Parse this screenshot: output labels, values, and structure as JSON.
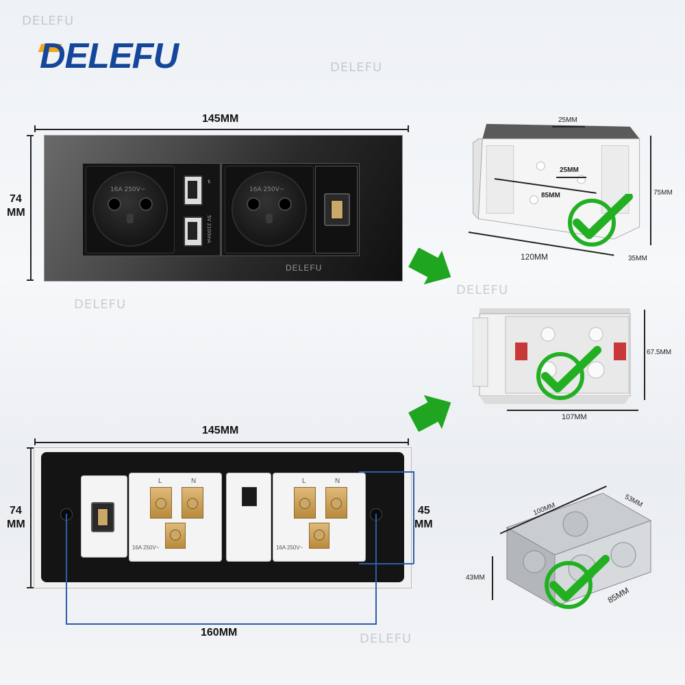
{
  "brand": {
    "logo_text": "DELEFU",
    "color": "#14479a",
    "accent": "#f0a71c"
  },
  "watermarks": [
    "DELEFU",
    "DELEFU",
    "DELEFU",
    "DELEFU",
    "DELEFU"
  ],
  "front": {
    "width_label": "145MM",
    "height_label_line1": "74",
    "height_label_line2": "MM",
    "socket_print": "16A 250V~",
    "usb_print": "5V 2100mA",
    "panel_logo": "DELEFU"
  },
  "back": {
    "width_label": "145MM",
    "height_label_line1": "74",
    "height_label_line2": "MM",
    "hole_height_line1": "45",
    "hole_height_line2": "MM",
    "hole_span_label": "160MM",
    "pin_left": "L",
    "pin_right": "N",
    "module_print": "16A 250V~"
  },
  "boxes": {
    "box1": {
      "top_label": "25MM",
      "inner_label": "25MM",
      "span_label": "85MM",
      "width_label": "120MM",
      "height_label": "75MM",
      "depth_label": "35MM"
    },
    "box2": {
      "height_label": "67.5MM",
      "width_label": "107MM"
    },
    "box3": {
      "length_label": "100MM",
      "depth_label": "53MM",
      "height_label": "43MM",
      "width_label": "85MM"
    }
  },
  "colors": {
    "check_green": "#22b022",
    "arrow_green": "#1fa51f",
    "dimension_blue": "#2a5fa8"
  }
}
